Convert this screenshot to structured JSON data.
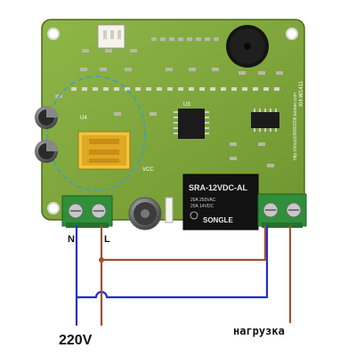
{
  "labels": {
    "neutral": "N",
    "line": "L",
    "voltage": "220V",
    "load": "нагрузка"
  },
  "board": {
    "relay_model": "SRA-12VDC-AL",
    "relay_brand": "SONGLE",
    "relay_rating_1": "20A 250VAC",
    "relay_rating_2": "20A 14VDC",
    "ic_label": "U3",
    "transformer_label": "U4",
    "side_text": "http://shop109000208.taobao.com",
    "model_text": "XH-W1411",
    "vcc_label": "VCC"
  },
  "colors": {
    "pcb": "#7fa63a",
    "wire_blue": "#1f2fd0",
    "wire_brown": "#a0522d",
    "terminal": "#2f8f3a"
  },
  "icons": [
    "buzzer-icon",
    "relay-icon",
    "capacitor-icon",
    "transformer-icon",
    "terminal-block-icon"
  ]
}
